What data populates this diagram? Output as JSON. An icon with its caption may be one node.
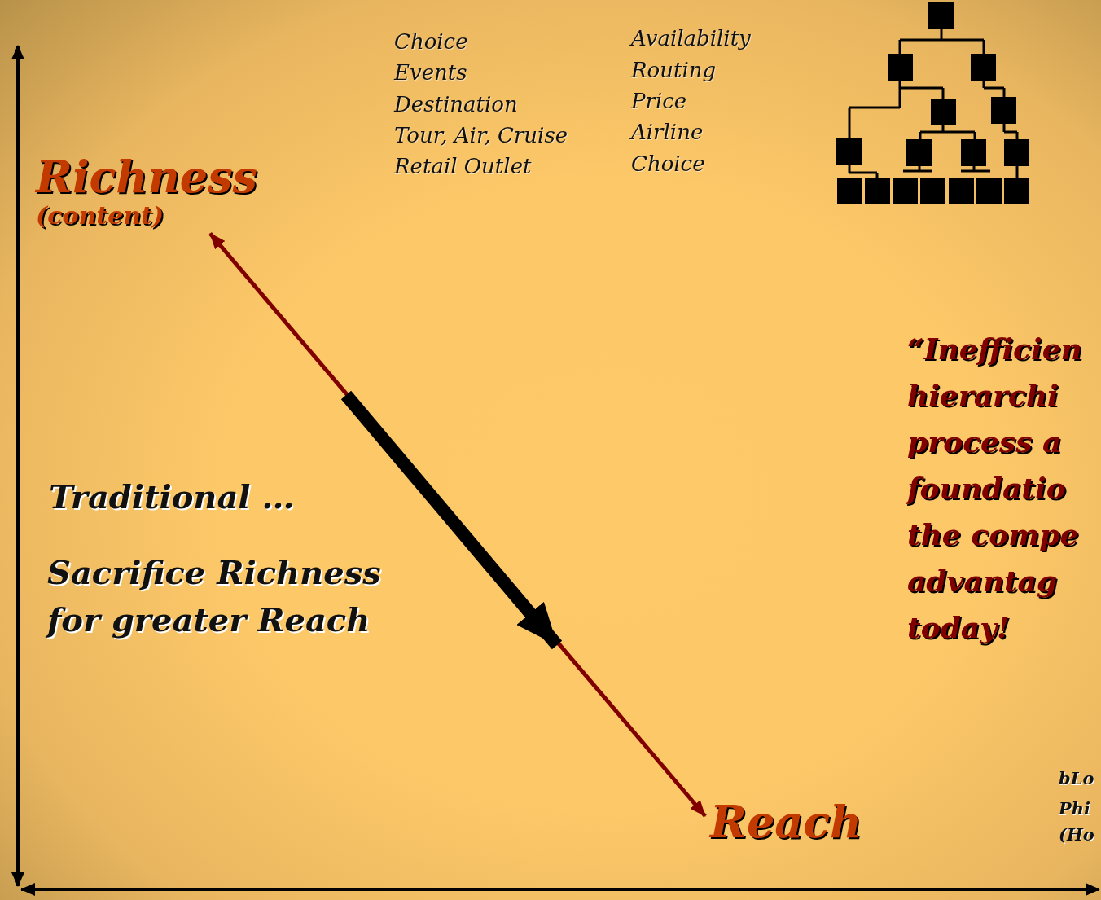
{
  "diagram": {
    "nodes": [
      {
        "text": [
          "Richness",
          "(content)"
        ]
      },
      {
        "text": [
          "Reach"
        ]
      }
    ],
    "edges": [
      {
        "from": 0,
        "to": 1,
        "arrow": "both",
        "color": "#800000"
      }
    ],
    "labels": [
      "Choice",
      "Events",
      "Destination",
      "Tour, Air, Cruise",
      "Retail Outlet",
      "Availability",
      "Routing",
      "Price",
      "Airline",
      "Choice",
      "Traditional …",
      "Sacrifice Richness for greater Reach",
      "“Inefficien hierarchi process a foundatio the compe advantag today!",
      "bLo",
      "Phi",
      "(Ho"
    ]
  }
}
